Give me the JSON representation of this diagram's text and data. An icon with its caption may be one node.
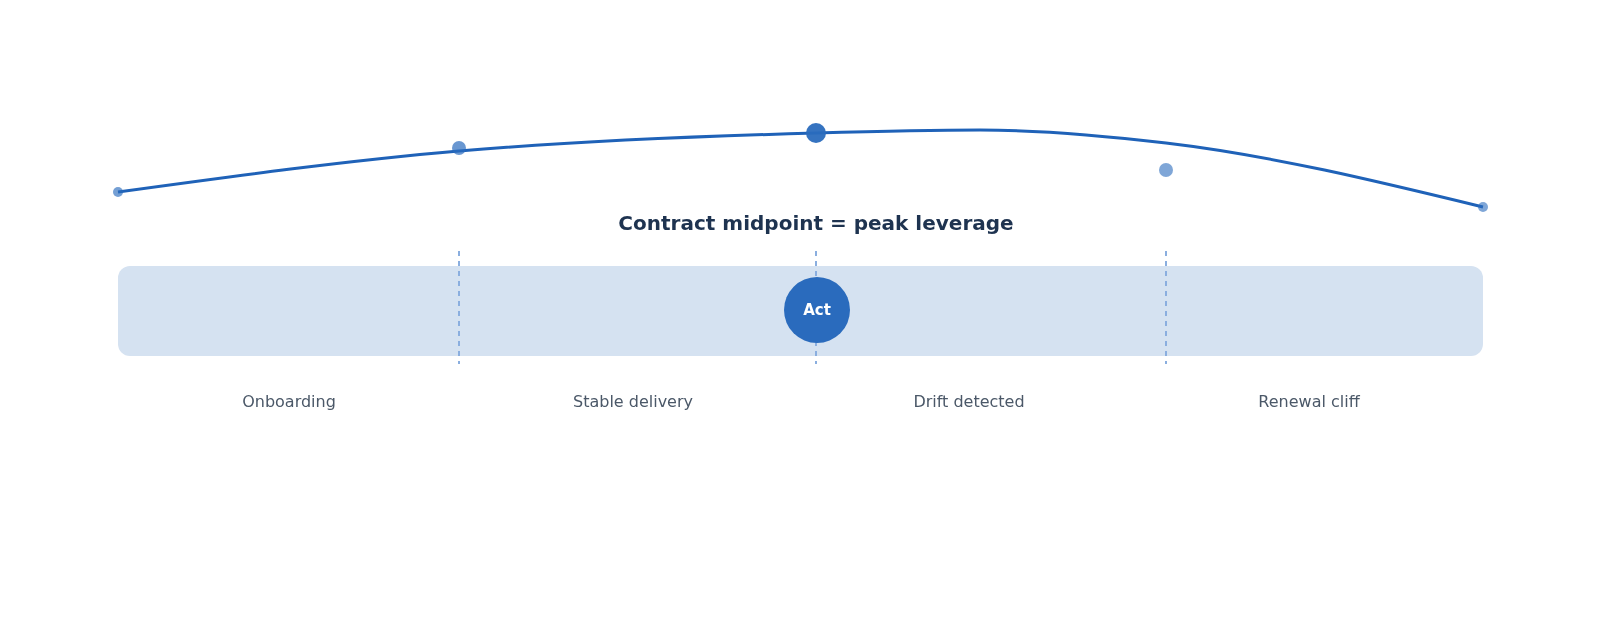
{
  "diagram": {
    "nodes": [
      {
        "text": [],
        "shape": "bar"
      },
      {
        "text": [
          "Act"
        ],
        "in": 0
      }
    ],
    "labels": [
      "Contract midpoint = peak leverage",
      "Onboarding",
      "Stable delivery",
      "Drift detected",
      "Renewal cliff"
    ]
  }
}
